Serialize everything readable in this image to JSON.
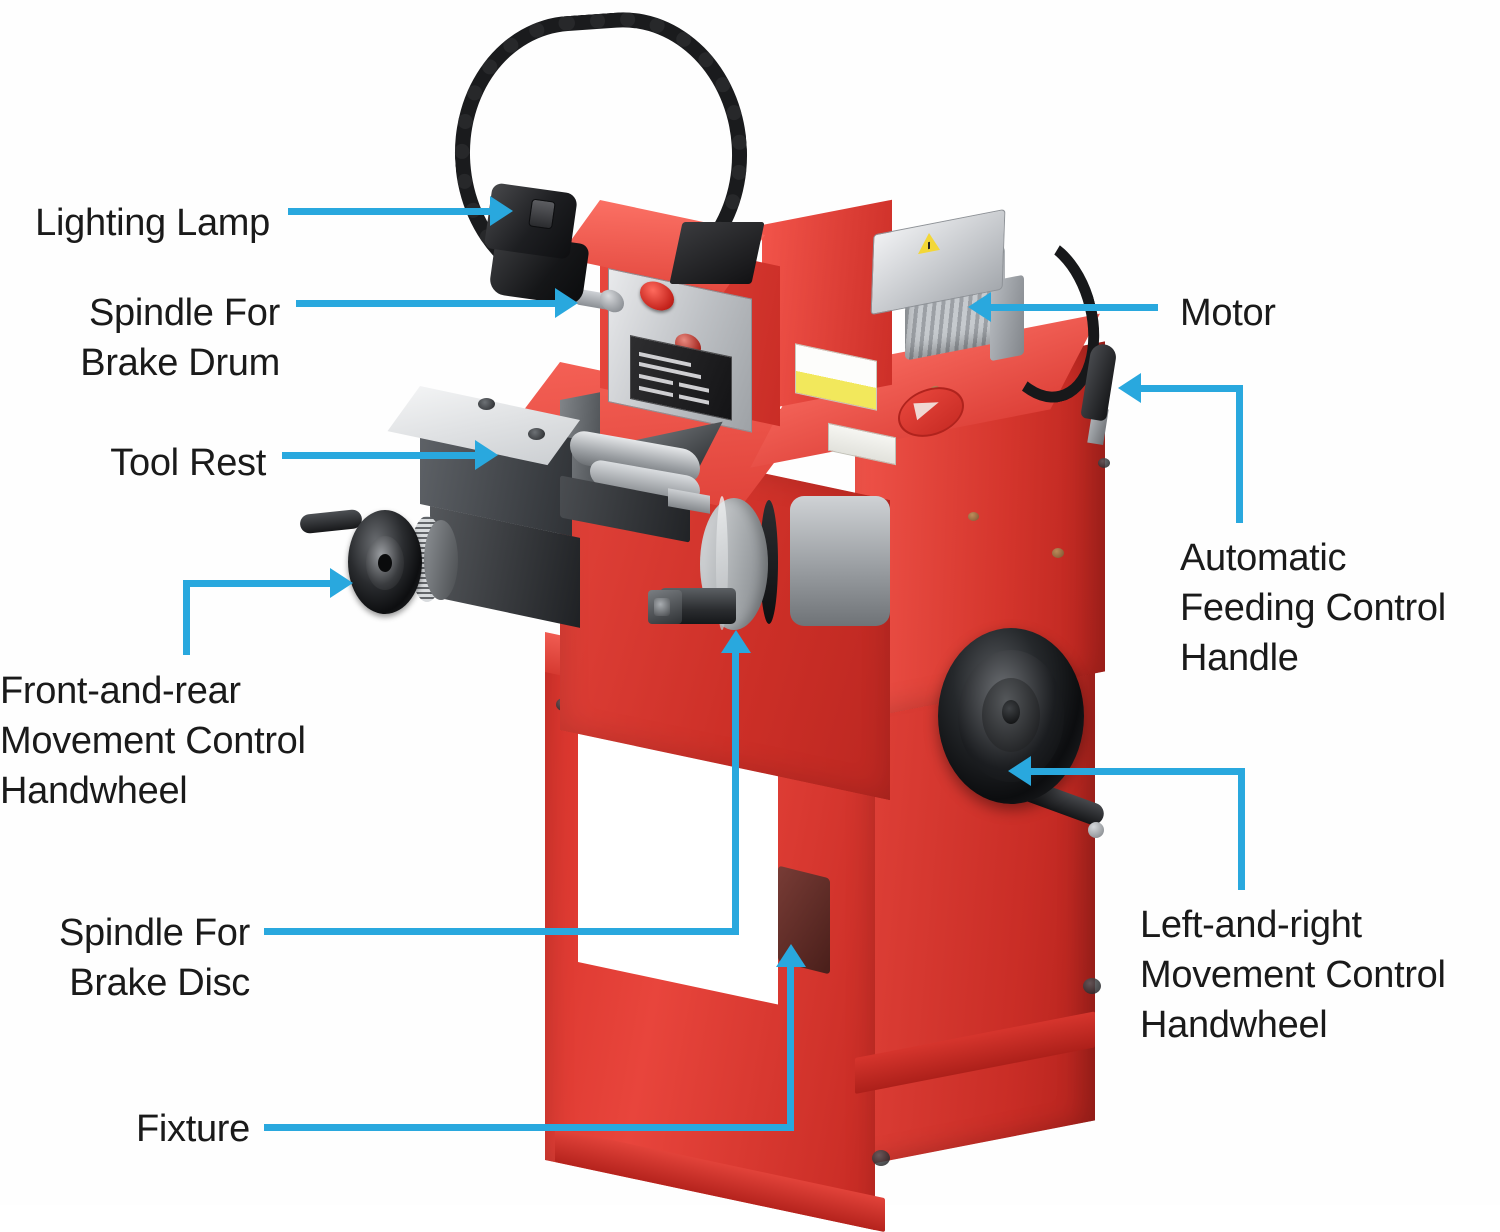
{
  "diagram": {
    "subject": "Brake lathe machine annotated parts diagram",
    "accent_color": "#29a8de",
    "body_color": "#d8332b",
    "text_color": "#1a1a1a",
    "background_color": "#ffffff"
  },
  "callouts": [
    {
      "id": "lighting-lamp",
      "label": "Lighting Lamp",
      "side": "left",
      "arrow": "right"
    },
    {
      "id": "spindle-brake-drum",
      "label": "Spindle For\nBrake Drum",
      "side": "left",
      "arrow": "right"
    },
    {
      "id": "tool-rest",
      "label": "Tool Rest",
      "side": "left",
      "arrow": "right"
    },
    {
      "id": "front-rear-handwheel",
      "label": "Front-and-rear\nMovement Control\nHandwheel",
      "side": "left",
      "arrow": "right"
    },
    {
      "id": "spindle-brake-disc",
      "label": "Spindle For\nBrake Disc",
      "side": "left",
      "arrow": "up"
    },
    {
      "id": "fixture",
      "label": "Fixture",
      "side": "left",
      "arrow": "up"
    },
    {
      "id": "motor",
      "label": "Motor",
      "side": "right",
      "arrow": "left"
    },
    {
      "id": "auto-feed-handle",
      "label": "Automatic\nFeeding Control\nHandle",
      "side": "right",
      "arrow": "left"
    },
    {
      "id": "left-right-handwheel",
      "label": "Left-and-right\nMovement Control\nHandwheel",
      "side": "right",
      "arrow": "left"
    }
  ]
}
